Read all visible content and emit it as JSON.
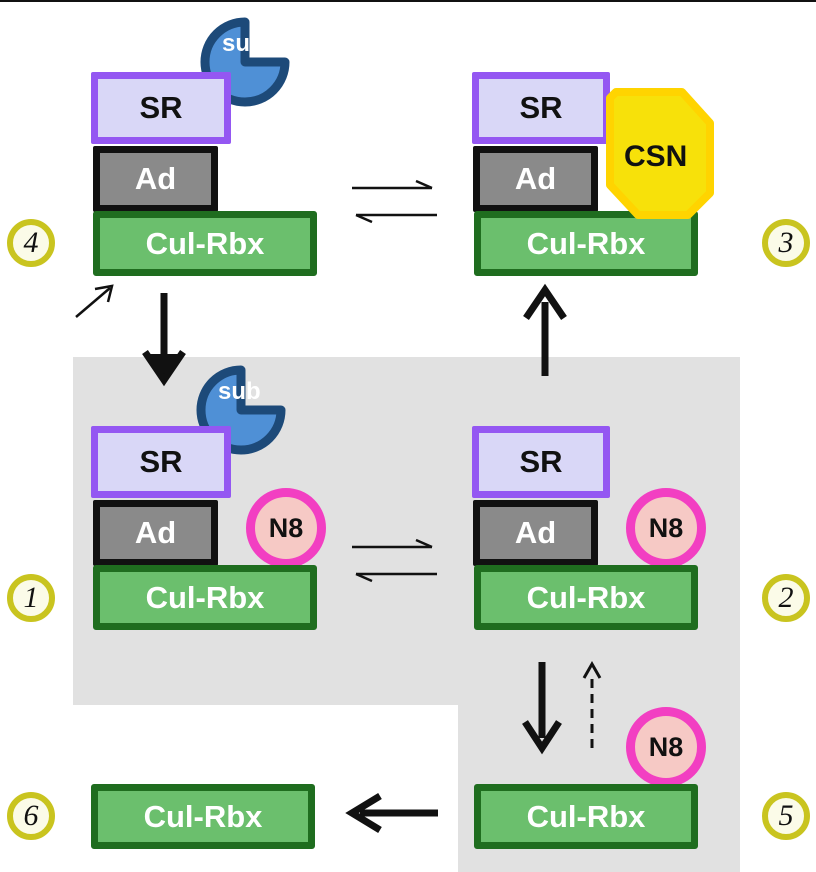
{
  "labels": {
    "sr": "SR",
    "ad": "Ad",
    "cul_rbx": "Cul-Rbx",
    "sub": "sub",
    "n8": "N8",
    "csn": "CSN"
  },
  "states": [
    {
      "number": "1"
    },
    {
      "number": "2"
    },
    {
      "number": "3"
    },
    {
      "number": "4"
    },
    {
      "number": "5"
    },
    {
      "number": "6"
    }
  ],
  "colors": {
    "sr_fill": "#d9d7f7",
    "sr_border": "#9457f2",
    "ad_fill": "#8a8a8a",
    "ad_border": "#111111",
    "cul_fill": "#6bbf6d",
    "cul_border": "#1f6d1f",
    "n8_fill": "#f6c9c5",
    "n8_border": "#f23fc2",
    "sub_fill": "#4f90d6",
    "sub_border": "#1d4a79",
    "csn_fill": "#f7e10a",
    "csn_border": "#ffd400",
    "number_ring": "#c9c41f",
    "shaded_region": "#e1e1e1"
  }
}
